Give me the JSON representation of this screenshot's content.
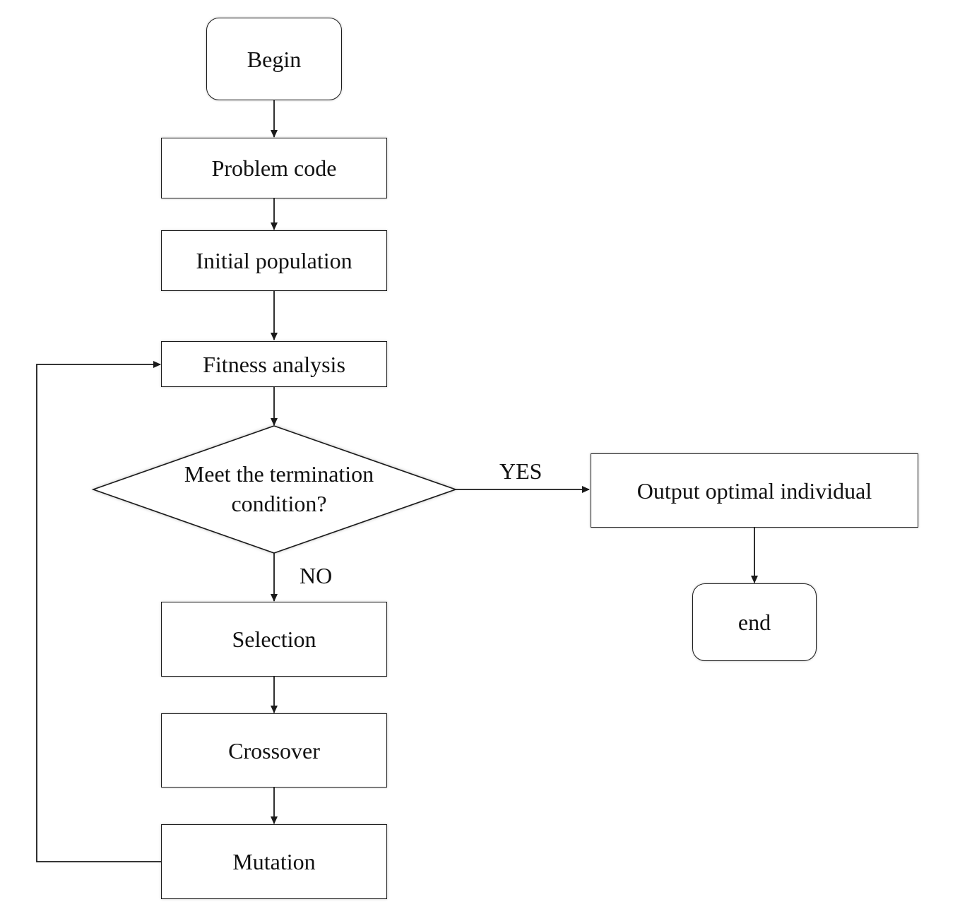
{
  "nodes": {
    "begin": "Begin",
    "problem_code": "Problem code",
    "initial_population": "Initial population",
    "fitness_analysis": "Fitness analysis",
    "decision_line1": "Meet the termination",
    "decision_line2": "condition?",
    "output": "Output optimal individual",
    "end": "end",
    "selection": "Selection",
    "crossover": "Crossover",
    "mutation": "Mutation"
  },
  "edge_labels": {
    "yes": "YES",
    "no": "NO"
  },
  "colors": {
    "stroke": "#1a1a1a",
    "background": "#ffffff"
  }
}
